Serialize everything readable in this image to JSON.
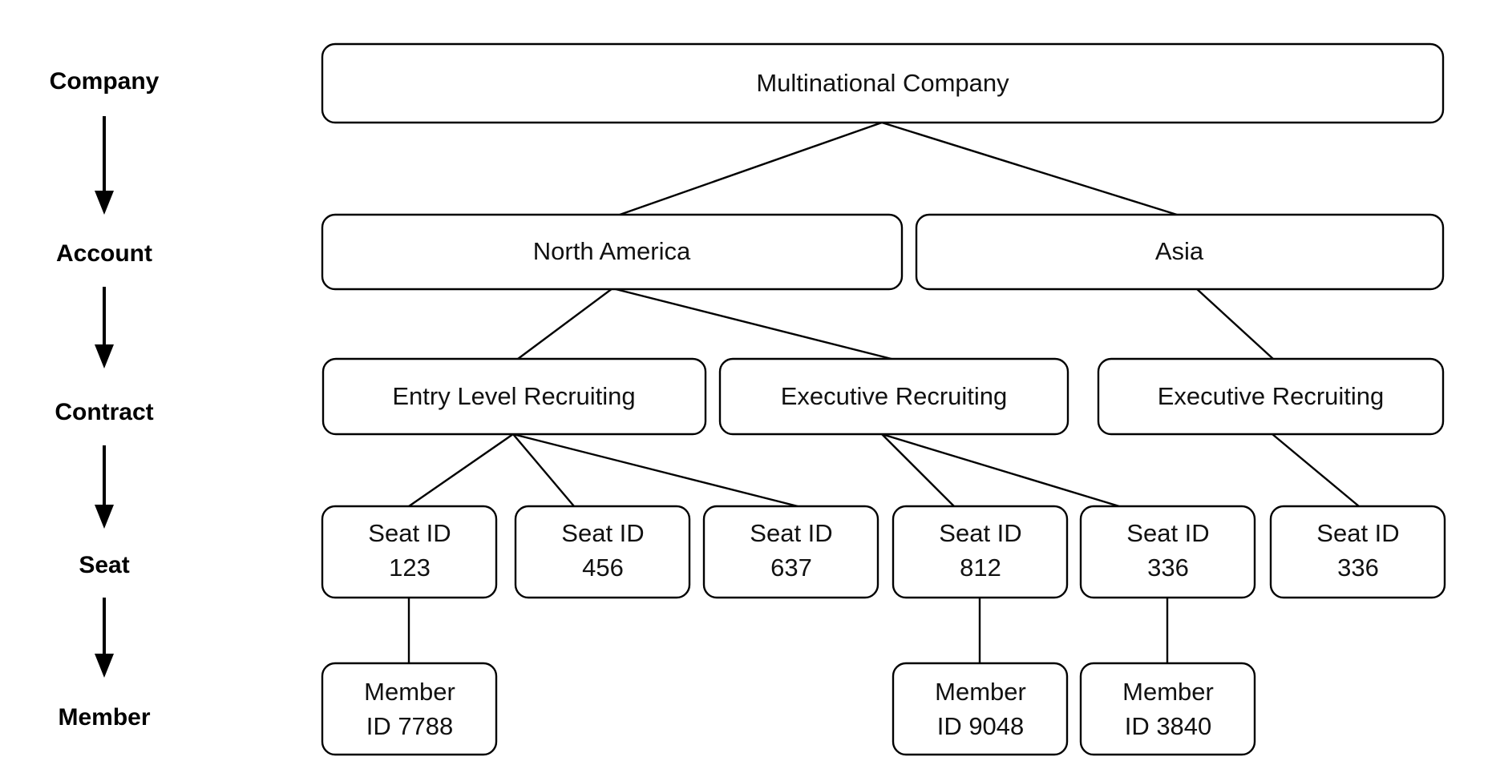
{
  "diagram": {
    "type": "hierarchy-tree",
    "background_color": "#ffffff",
    "line_color": "#000000",
    "text_color": "#111111",
    "legend": {
      "levels": [
        {
          "label": "Company"
        },
        {
          "label": "Account"
        },
        {
          "label": "Contract"
        },
        {
          "label": "Seat"
        },
        {
          "label": "Member"
        }
      ]
    },
    "nodes": {
      "company": [
        {
          "id": "company",
          "label": "Multinational Company"
        }
      ],
      "account": [
        {
          "id": "acct-na",
          "label": "North America"
        },
        {
          "id": "acct-asia",
          "label": "Asia"
        }
      ],
      "contract": [
        {
          "id": "ctr-entry",
          "label": "Entry Level Recruiting"
        },
        {
          "id": "ctr-exec-na",
          "label": "Executive Recruiting"
        },
        {
          "id": "ctr-exec-asia",
          "label": "Executive Recruiting"
        }
      ],
      "seat": [
        {
          "id": "seat-123",
          "line1": "Seat ID",
          "line2": "123"
        },
        {
          "id": "seat-456",
          "line1": "Seat ID",
          "line2": "456"
        },
        {
          "id": "seat-637",
          "line1": "Seat ID",
          "line2": "637"
        },
        {
          "id": "seat-812",
          "line1": "Seat ID",
          "line2": "812"
        },
        {
          "id": "seat-336a",
          "line1": "Seat ID",
          "line2": "336"
        },
        {
          "id": "seat-336b",
          "line1": "Seat ID",
          "line2": "336"
        }
      ],
      "member": [
        {
          "id": "mem-7788",
          "line1": "Member",
          "line2": "ID 7788"
        },
        {
          "id": "mem-9048",
          "line1": "Member",
          "line2": "ID 9048"
        },
        {
          "id": "mem-3840",
          "line1": "Member",
          "line2": "ID 3840"
        }
      ]
    },
    "edges": [
      {
        "from": "company",
        "to": "acct-na"
      },
      {
        "from": "company",
        "to": "acct-asia"
      },
      {
        "from": "acct-na",
        "to": "ctr-entry"
      },
      {
        "from": "acct-na",
        "to": "ctr-exec-na"
      },
      {
        "from": "acct-asia",
        "to": "ctr-exec-asia"
      },
      {
        "from": "ctr-entry",
        "to": "seat-123"
      },
      {
        "from": "ctr-entry",
        "to": "seat-456"
      },
      {
        "from": "ctr-entry",
        "to": "seat-637"
      },
      {
        "from": "ctr-exec-na",
        "to": "seat-812"
      },
      {
        "from": "ctr-exec-na",
        "to": "seat-336a"
      },
      {
        "from": "ctr-exec-asia",
        "to": "seat-336b"
      },
      {
        "from": "seat-123",
        "to": "mem-7788"
      },
      {
        "from": "seat-812",
        "to": "mem-9048"
      },
      {
        "from": "seat-336a",
        "to": "mem-3840"
      }
    ]
  }
}
